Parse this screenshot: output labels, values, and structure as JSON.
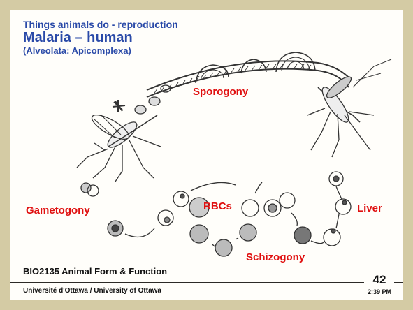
{
  "title": {
    "line1": "Things animals do - reproduction",
    "line2": "Malaria – human",
    "line3": "(Alveolata: Apicomplexa)"
  },
  "labels": {
    "sporogony": "Sporogony",
    "gametogony": "Gametogony",
    "rbcs": "RBCs",
    "liver": "Liver",
    "schizogony": "Schizogony"
  },
  "footer": {
    "course": "BIO2135 Animal Form & Function",
    "university": "Université d'Ottawa / University of Ottawa",
    "slide_number": "42",
    "time": "2:39 PM"
  },
  "colors": {
    "title": "#2a4aa8",
    "label": "#e01010",
    "background": "#d4cba4"
  }
}
